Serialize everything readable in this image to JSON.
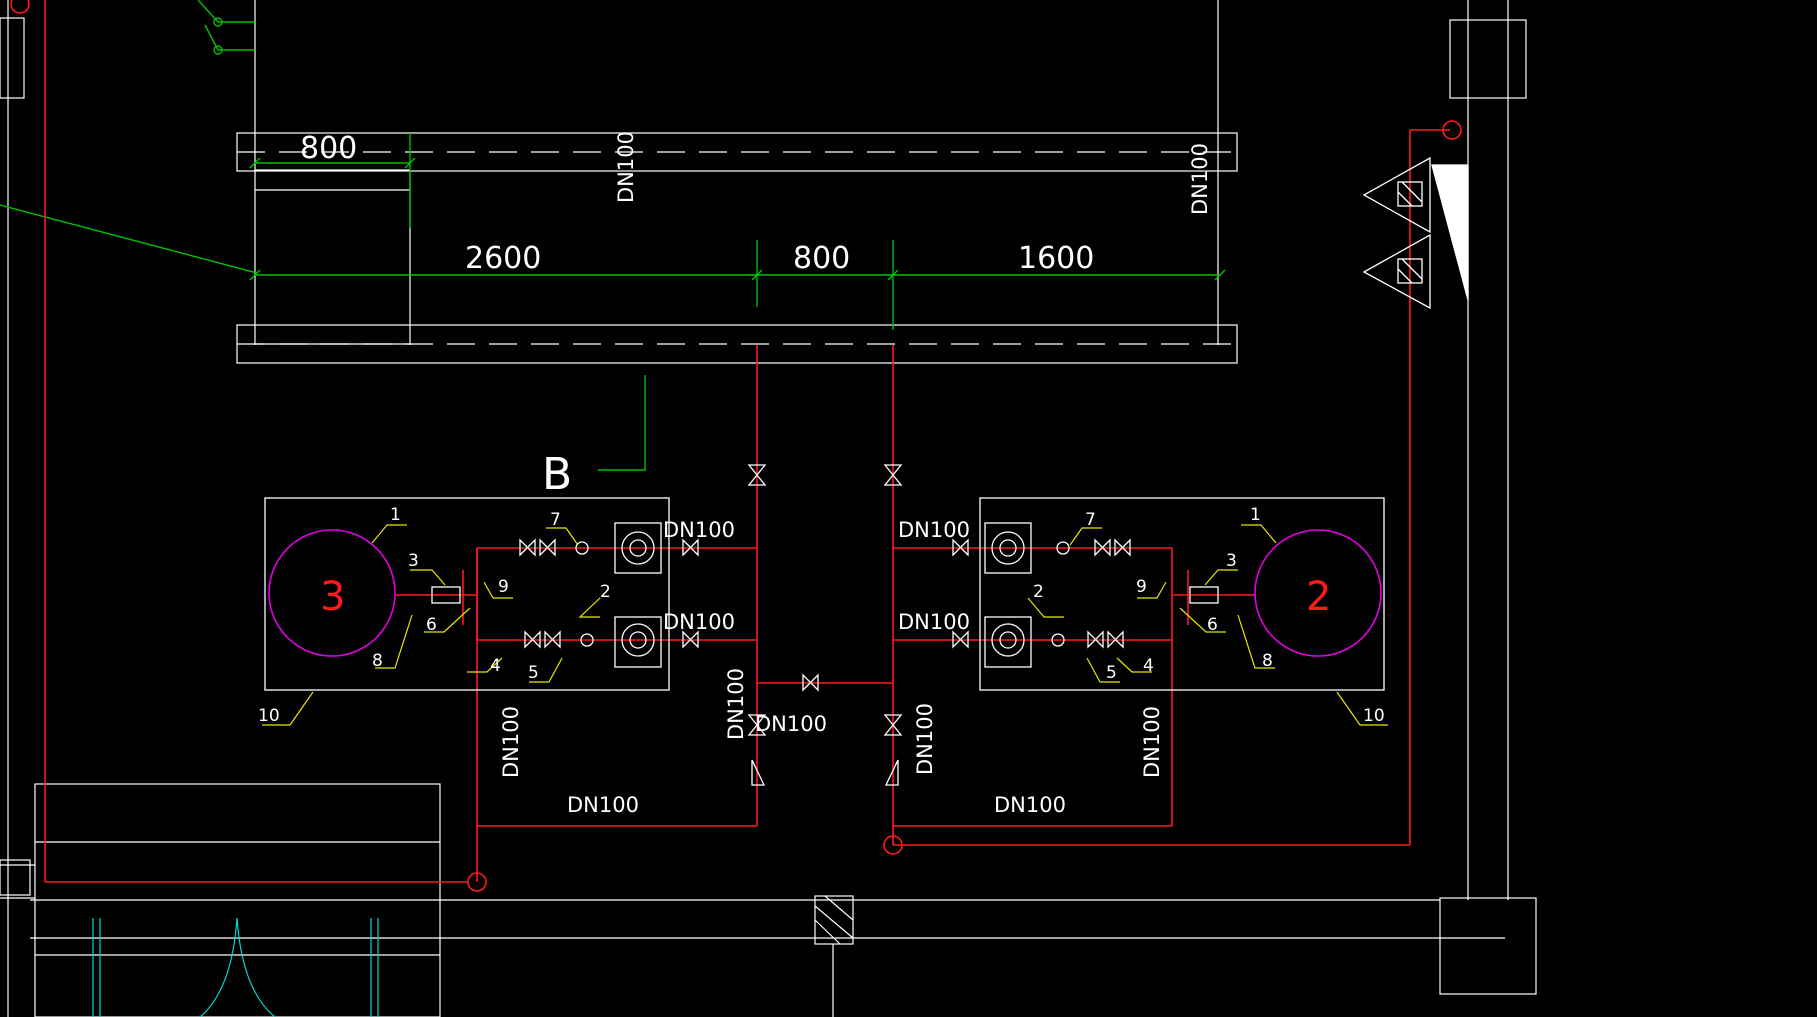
{
  "drawing": {
    "background": "#000000",
    "colors": {
      "outline": "#ffffff",
      "pipe": "#ff1a1a",
      "dimension": "#00c000",
      "leader": "#e6e600",
      "tank": "#e000e0",
      "detail": "#00d8d8"
    },
    "dimensions": {
      "top_width": "800",
      "seg_left": "2600",
      "seg_mid": "800",
      "seg_right": "1600"
    },
    "pipe_sizes": {
      "top_center": "DN100",
      "top_right": "DN100",
      "left_upper": "DN100",
      "left_lower": "DN100",
      "right_upper": "DN100",
      "right_lower": "DN100",
      "left_riser": "DN100",
      "left_bottom": "DN100",
      "center_vert_left": "DN100",
      "center_horiz": "DN100",
      "center_vert_right": "DN100",
      "right_bottom": "DN100",
      "right_riser": "DN100"
    },
    "section_label": "B",
    "left_unit": {
      "tank_label": "3",
      "leaders": [
        "1",
        "2",
        "3",
        "4",
        "5",
        "6",
        "7",
        "8",
        "9",
        "10"
      ]
    },
    "right_unit": {
      "tank_label": "2",
      "leaders": [
        "1",
        "2",
        "3",
        "4",
        "5",
        "6",
        "7",
        "8",
        "9",
        "10"
      ]
    }
  }
}
